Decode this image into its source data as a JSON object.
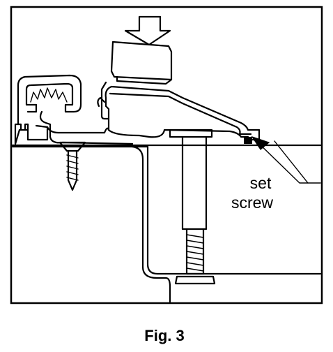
{
  "diagram": {
    "callout": {
      "line1": "set",
      "line2": "screw"
    },
    "caption": "Fig. 3"
  },
  "colors": {
    "stroke": "#000000",
    "background": "#ffffff"
  }
}
